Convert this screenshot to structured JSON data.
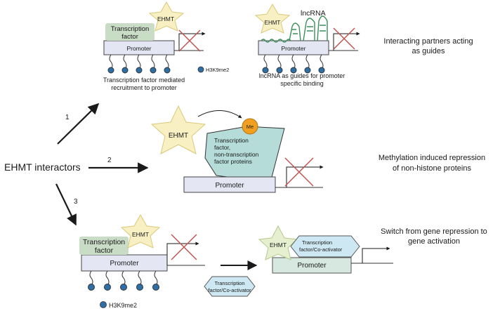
{
  "left_label": "EHMT interactors",
  "arrow_numbers": [
    "1",
    "2",
    "3"
  ],
  "panel1": {
    "a": {
      "tf_label_line1": "Transcription",
      "tf_label_line2": "factor",
      "ehmt": "EHMT",
      "promoter": "Promoter",
      "legend_mark": "H3K9me2",
      "caption_line1": "Transcription factor mediated",
      "caption_line2": "recruitment to promoter"
    },
    "b": {
      "ehmt": "EHMT",
      "lncrna": "lncRNA",
      "promoter": "Promoter",
      "caption_line1": "lncRNA as guides for promoter",
      "caption_line2": "specific binding"
    },
    "heading_line1": "Interacting partners acting",
    "heading_line2": "as guides"
  },
  "panel2": {
    "ehmt": "EHMT",
    "me": "Me",
    "target_line1": "Transcription",
    "target_line2": "factor,",
    "target_line3": "non-transcription",
    "target_line4": "factor proteins",
    "promoter": "Promoter",
    "heading_line1": "Methylation induced repression",
    "heading_line2": "of non-histone proteins"
  },
  "panel3": {
    "left": {
      "tf_label_line1": "Transcription",
      "tf_label_line2": "factor",
      "ehmt": "EHMT",
      "promoter": "Promoter",
      "legend_mark": "H3K9me2"
    },
    "free_coactivator_line1": "Transcription",
    "free_coactivator_line2": "factor/Co-activator",
    "right": {
      "ehmt": "EHMT",
      "coactivator_line1": "Transcription",
      "coactivator_line2": "factor/Co-activator",
      "promoter": "Promoter"
    },
    "heading_line1": "Switch from gene repression to",
    "heading_line2": "gene activation"
  },
  "colors": {
    "promoter_fill": "#e4e6f4",
    "tf_fill": "#c9dcc6",
    "ehmt_fill": "#f8f0c2",
    "ehmt_stroke": "#d9c97a",
    "target_fill": "#b5dcd8",
    "methyl_fill": "#f0a020",
    "histone_mark": "#2e6fa8",
    "cross": "#c0504d",
    "coactivator_fill": "#cde8f2",
    "rna_green": "#3a8f5a"
  },
  "icons": [
    "star-icon",
    "cross-icon",
    "arrow-icon",
    "hexagon-icon"
  ]
}
